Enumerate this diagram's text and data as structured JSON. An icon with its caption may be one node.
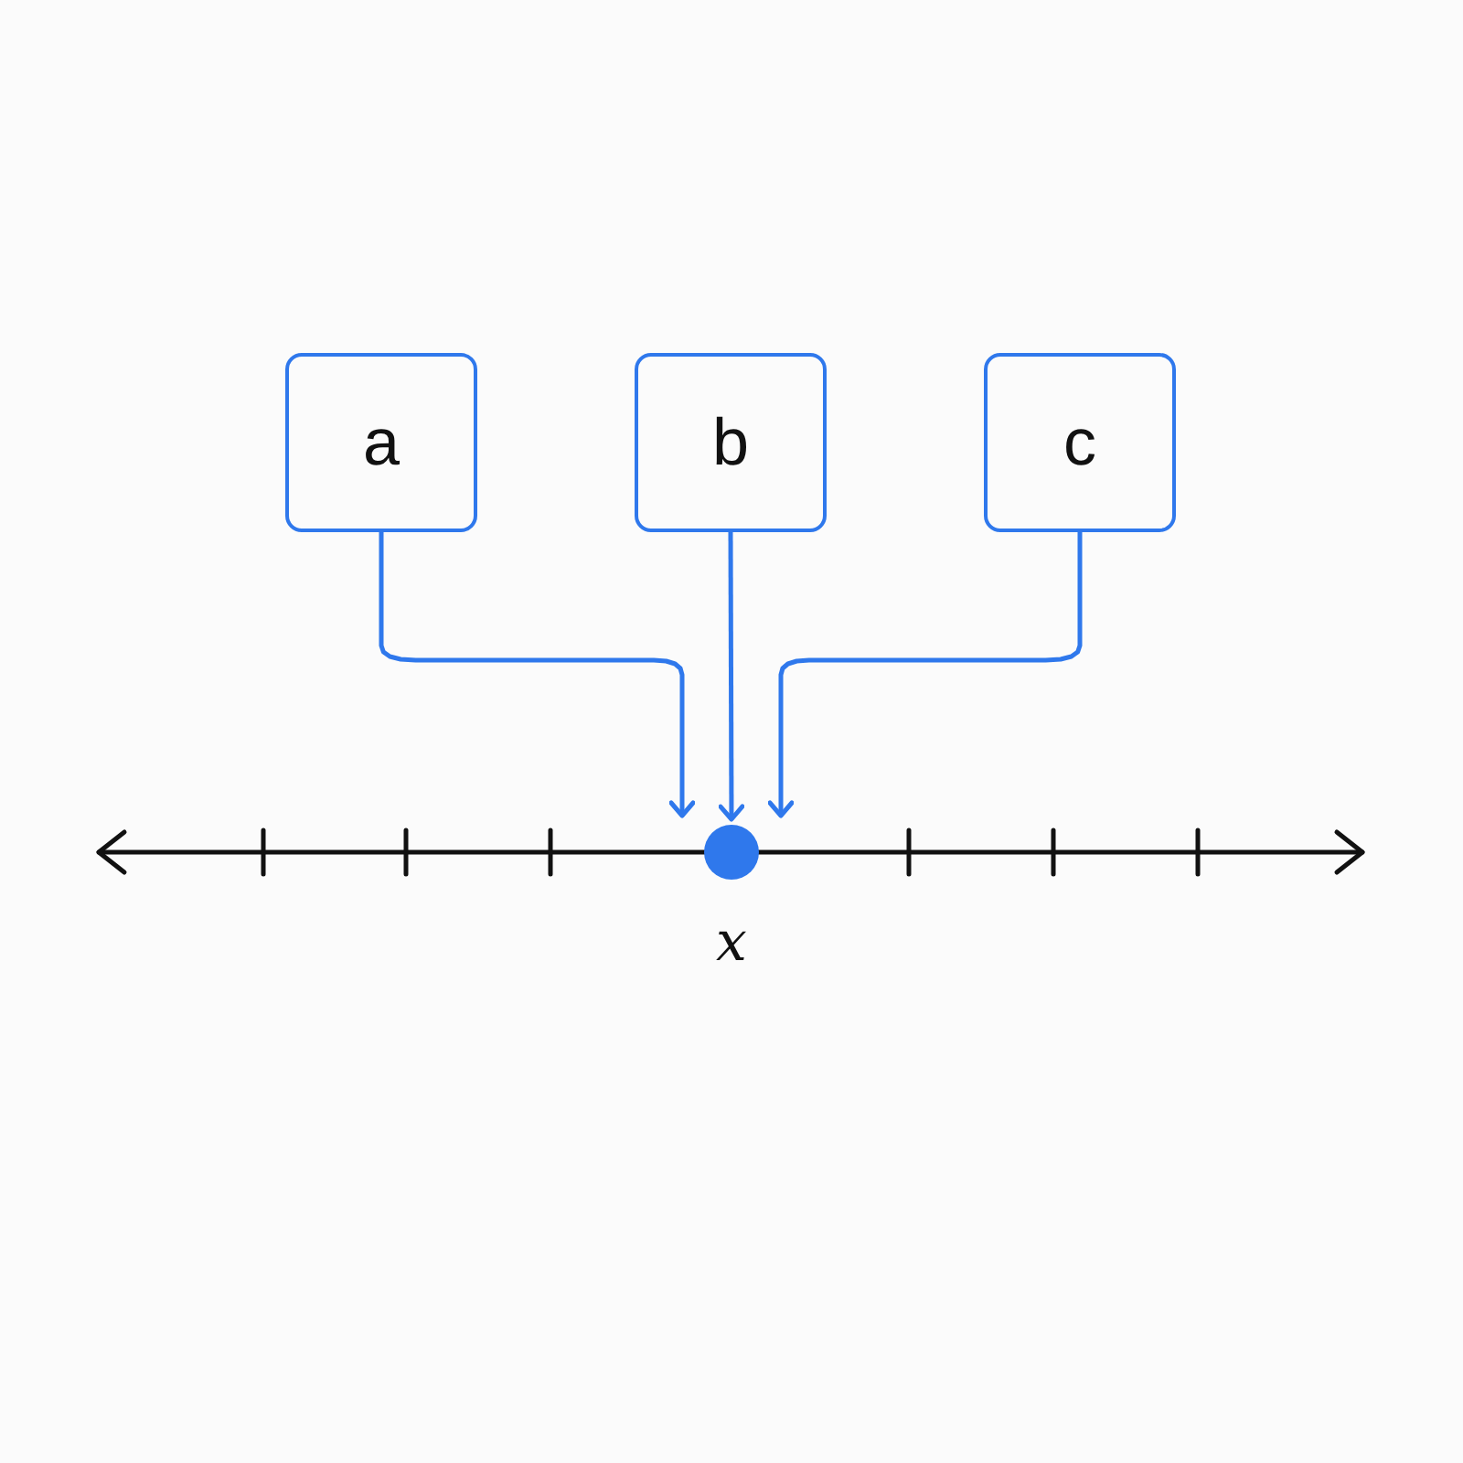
{
  "diagram": {
    "nodes": [
      {
        "text": [
          "a"
        ]
      },
      {
        "text": [
          "b"
        ]
      },
      {
        "text": [
          "c"
        ]
      },
      {
        "text": [],
        "shape": "circle",
        "beside": [
          "x"
        ]
      }
    ],
    "edges": [
      {
        "from": 0,
        "to": 3,
        "arrow": "to"
      },
      {
        "from": 1,
        "to": 3,
        "arrow": "to"
      },
      {
        "from": 2,
        "to": 3,
        "arrow": "to"
      }
    ]
  }
}
